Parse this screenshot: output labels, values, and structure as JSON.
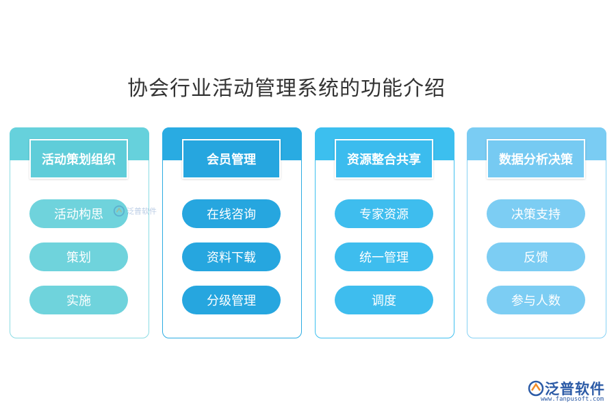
{
  "title": "协会行业活动管理系统的功能介绍",
  "columns": [
    {
      "header": "活动策划组织",
      "items": [
        "活动构思",
        "策划",
        "实施"
      ],
      "colors": {
        "top": "#66d1dc",
        "header": "#5fcdd9",
        "pill": "#6fd3dc",
        "border": "#8adbe3"
      }
    },
    {
      "header": "会员管理",
      "items": [
        "在线咨询",
        "资料下载",
        "分级管理"
      ],
      "colors": {
        "top": "#29abe2",
        "header": "#26a6df",
        "pill": "#26a6df",
        "border": "#29abe2"
      }
    },
    {
      "header": "资源整合共享",
      "items": [
        "专家资源",
        "统一管理",
        "调度"
      ],
      "colors": {
        "top": "#3cbfef",
        "header": "#3bbcee",
        "pill": "#3ebdee",
        "border": "#3cbfef"
      }
    },
    {
      "header": "数据分析决策",
      "items": [
        "决策支持",
        "反馈",
        "参与人数"
      ],
      "colors": {
        "top": "#7accf3",
        "header": "#76caf2",
        "pill": "#7ccdf3",
        "border": "#85d1f4"
      }
    }
  ],
  "watermark": {
    "text": "泛普软件",
    "icon": "fanpu-logo-icon"
  },
  "logo": {
    "name": "泛普软件",
    "url": "www.fanpusoft.com",
    "icon": "fanpu-logo-icon"
  }
}
